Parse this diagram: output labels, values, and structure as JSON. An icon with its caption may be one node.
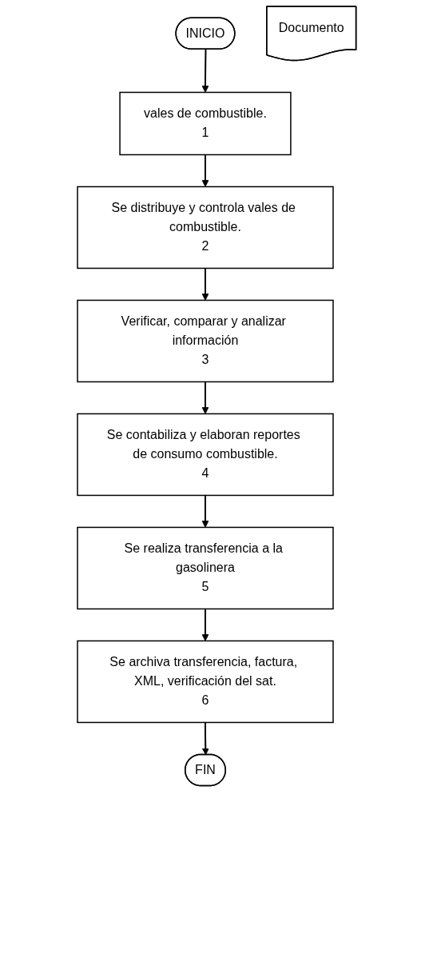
{
  "diagram": {
    "nodes": [
      {
        "text": [
          "INICIO"
        ]
      },
      {
        "text": [
          "Documento"
        ]
      },
      {
        "text": [
          "vales de combustible.",
          "1"
        ]
      },
      {
        "text": [
          "Se distribuye y controla vales de combustible.",
          "2"
        ]
      },
      {
        "text": [
          "Verificar, comparar y analizar información",
          "3"
        ]
      },
      {
        "text": [
          "Se contabiliza y elaboran reportes de consumo combustible.",
          "4"
        ]
      },
      {
        "text": [
          "Se realiza transferencia a la gasolinera",
          "5"
        ]
      },
      {
        "text": [
          "Se archiva transferencia, factura, XML, verificación del sat.",
          "6"
        ]
      },
      {
        "text": [
          "FIN"
        ]
      }
    ],
    "edges": [
      {
        "from": 0,
        "to": 2,
        "arrow": "to"
      },
      {
        "from": 2,
        "to": 3,
        "arrow": "to"
      },
      {
        "from": 3,
        "to": 4,
        "arrow": "to"
      },
      {
        "from": 4,
        "to": 5,
        "arrow": "to"
      },
      {
        "from": 5,
        "to": 6,
        "arrow": "to"
      },
      {
        "from": 6,
        "to": 7,
        "arrow": "to"
      },
      {
        "from": 7,
        "to": 8,
        "arrow": "to"
      }
    ]
  }
}
